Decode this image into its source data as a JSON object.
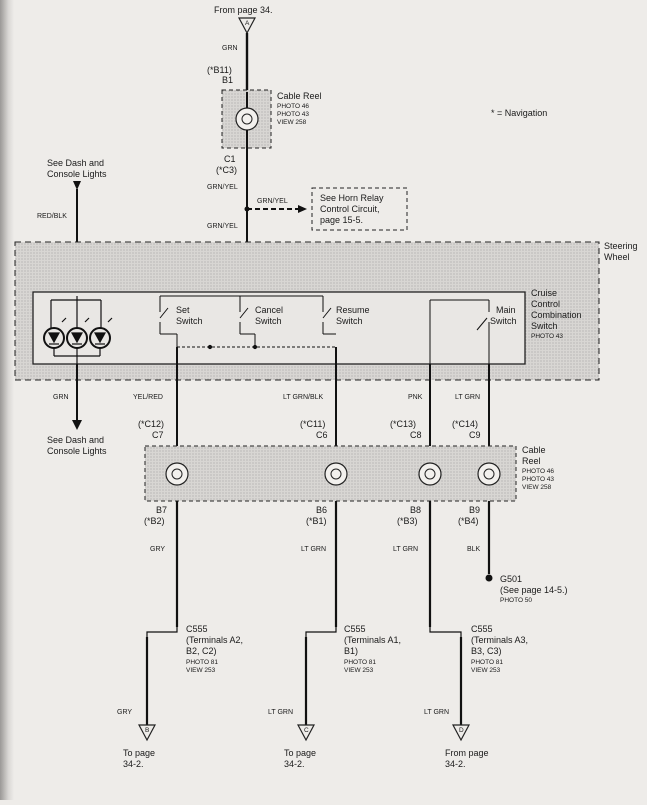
{
  "top_connector": {
    "from_label": "From page 34.",
    "letter": "A",
    "wire": "GRN",
    "pin_alt": "(*B11)",
    "pin": "B1"
  },
  "navigation_note": "* = Navigation",
  "cable_reel_top": {
    "title": "Cable Reel",
    "photos": [
      "PHOTO 46",
      "PHOTO 43",
      "VIEW 258"
    ],
    "pin_bottom": "C1",
    "pin_bottom_alt": "(*C3)"
  },
  "wires": {
    "grn_yel_1": "GRN/YEL",
    "grn_yel_branch": "GRN/YEL",
    "grn_yel_2": "GRN/YEL",
    "red_blk": "RED/BLK",
    "grn_left": "GRN",
    "yel_red": "YEL/RED",
    "lt_grn_blk": "LT GRN/BLK",
    "pnk": "PNK",
    "lt_grn_top": "LT GRN",
    "gry": "GRY",
    "lt_grn_1": "LT GRN",
    "lt_grn_2": "LT GRN",
    "blk": "BLK",
    "gry_bottom": "GRY",
    "lt_grn_bottom_1": "LT GRN",
    "lt_grn_bottom_2": "LT GRN"
  },
  "horn_relay_box": [
    "See Horn Relay",
    "Control Circuit,",
    "page 15-5."
  ],
  "dash_lights_top": [
    "See Dash and",
    "Console Lights"
  ],
  "dash_lights_bottom": [
    "See Dash and",
    "Console Lights"
  ],
  "steering_wheel": [
    "Steering",
    "Wheel"
  ],
  "switch_labels": {
    "set": [
      "Set",
      "Switch"
    ],
    "cancel": [
      "Cancel",
      "Switch"
    ],
    "resume": [
      "Resume",
      "Switch"
    ],
    "main": [
      "Main",
      "Switch"
    ]
  },
  "combination_switch": {
    "lines": [
      "Cruise",
      "Control",
      "Combination",
      "Switch"
    ],
    "photo": "PHOTO 43"
  },
  "reel_pins_top": [
    {
      "alt": "(*C12)",
      "pin": "C7"
    },
    {
      "alt": "(*C11)",
      "pin": "C6"
    },
    {
      "alt": "(*C13)",
      "pin": "C8"
    },
    {
      "alt": "(*C14)",
      "pin": "C9"
    }
  ],
  "reel_pins_bottom": [
    {
      "pin": "B7",
      "alt": "(*B2)"
    },
    {
      "pin": "B6",
      "alt": "(*B1)"
    },
    {
      "pin": "B8",
      "alt": "(*B3)"
    },
    {
      "pin": "B9",
      "alt": "(*B4)"
    }
  ],
  "cable_reel_bottom": {
    "title": [
      "Cable",
      "Reel"
    ],
    "photos": [
      "PHOTO 46",
      "PHOTO 43",
      "VIEW 258"
    ]
  },
  "ground": {
    "name": "G501",
    "note": "(See page 14-5.)",
    "photo": "PHOTO 50"
  },
  "c555": [
    {
      "name": "C555",
      "lines": [
        "(Terminals A2,",
        "B2, C2)"
      ],
      "photos": [
        "PHOTO 81",
        "VIEW 253"
      ]
    },
    {
      "name": "C555",
      "lines": [
        "(Terminals A1,",
        "B1)"
      ],
      "photos": [
        "PHOTO 81",
        "VIEW 253"
      ]
    },
    {
      "name": "C555",
      "lines": [
        "(Terminals A3,",
        "B3, C3)"
      ],
      "photos": [
        "PHOTO 81",
        "VIEW 253"
      ]
    }
  ],
  "bottom_connectors": [
    {
      "letter": "B",
      "label": [
        "To page",
        "34-2."
      ]
    },
    {
      "letter": "C",
      "label": [
        "To page",
        "34-2."
      ]
    },
    {
      "letter": "D",
      "label": [
        "From page",
        "34-2."
      ]
    }
  ]
}
